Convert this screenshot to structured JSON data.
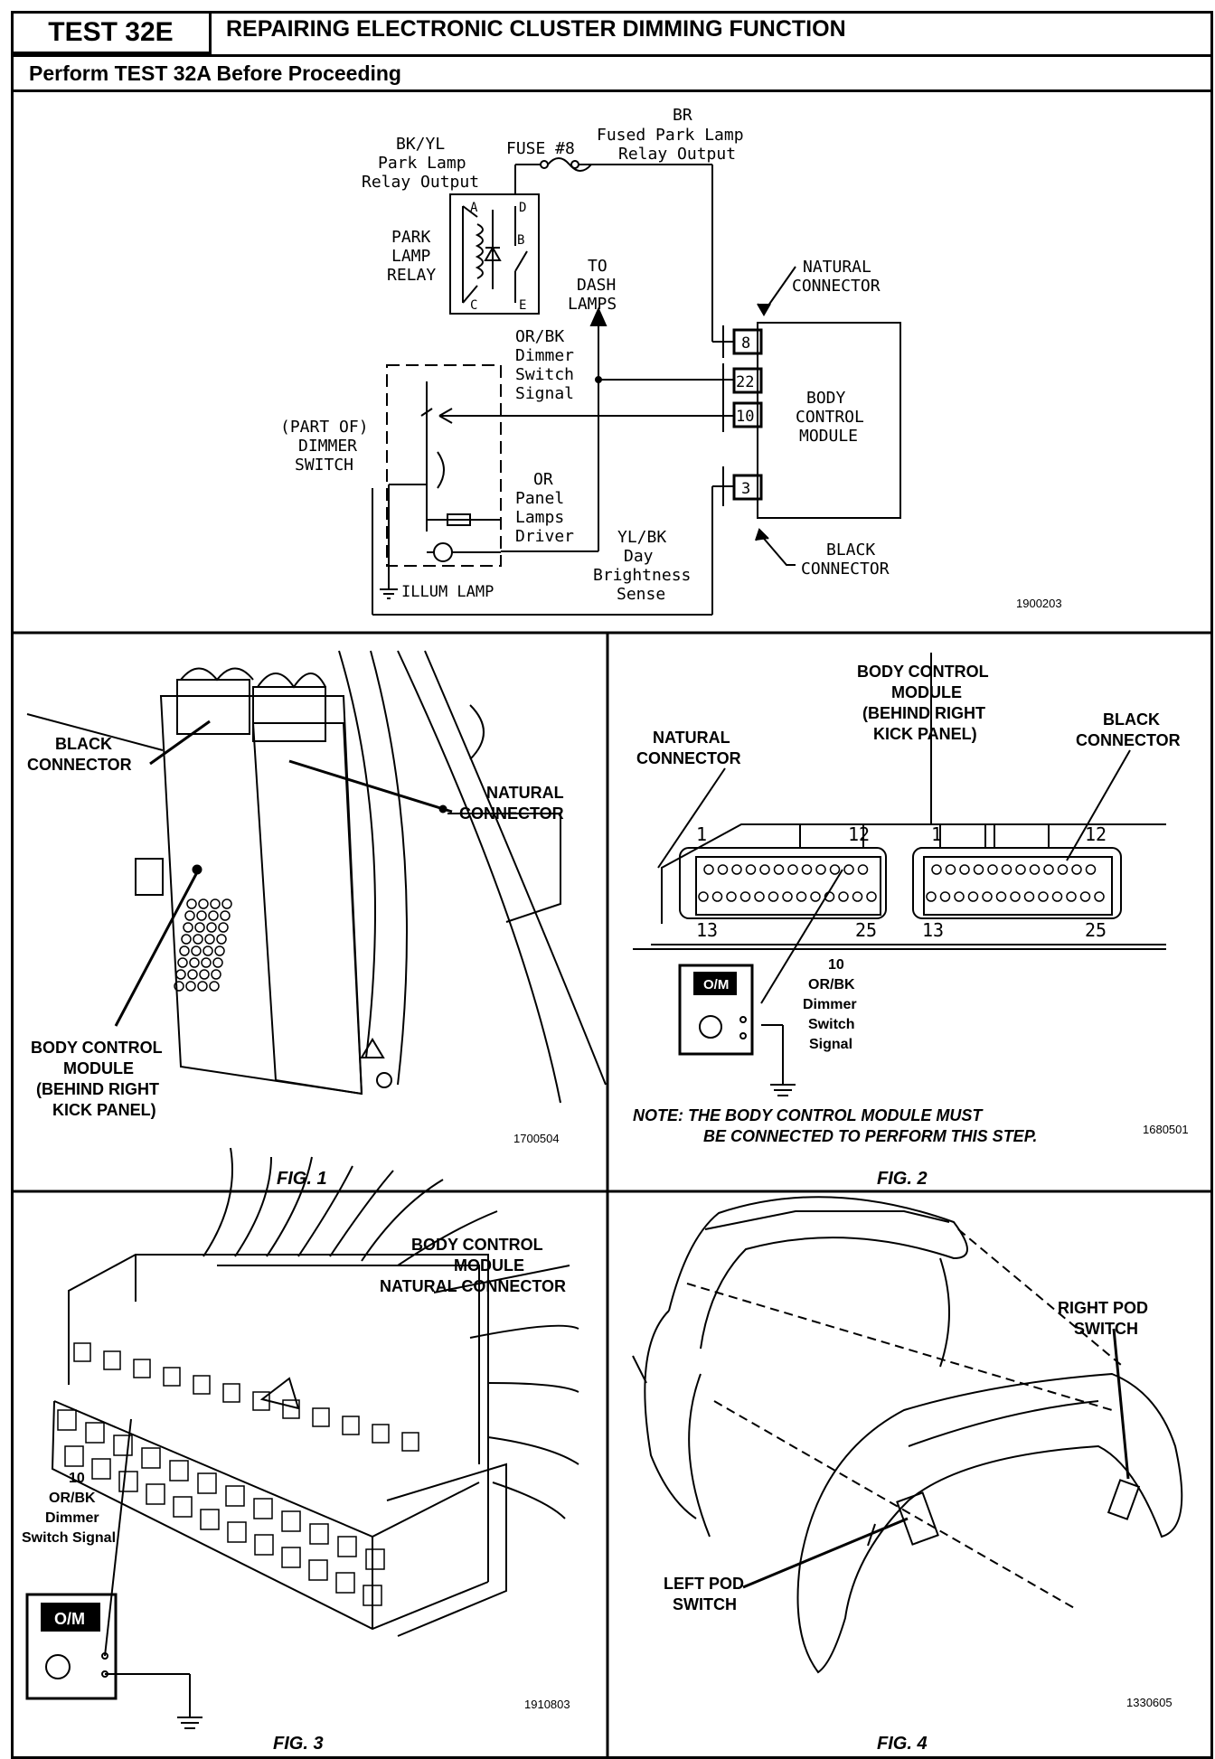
{
  "header": {
    "test_id": "TEST 32E",
    "title": "REPAIRING ELECTRONIC CLUSTER DIMMING FUNCTION",
    "prerequisite": "Perform TEST 32A Before Proceeding"
  },
  "schematic": {
    "labels": {
      "bkyl": "BK/YL",
      "park_lamp_relay_output_1": "Park Lamp",
      "park_lamp_relay_output_2": "Relay Output",
      "fuse": "FUSE #8",
      "br": "BR",
      "fused_park_1": "Fused Park Lamp",
      "fused_park_2": "Relay Output",
      "park_relay_1": "PARK",
      "park_relay_2": "LAMP",
      "park_relay_3": "RELAY",
      "pin_a": "A",
      "pin_b": "B",
      "pin_c": "C",
      "pin_d": "D",
      "pin_e": "E",
      "to_dash_1": "TO",
      "to_dash_2": "DASH",
      "to_dash_3": "LAMPS",
      "natural_conn_1": "NATURAL",
      "natural_conn_2": "CONNECTOR",
      "orbk_1": "OR/BK",
      "orbk_2": "Dimmer",
      "orbk_3": "Switch",
      "orbk_4": "Signal",
      "bcm_1": "BODY",
      "bcm_2": "CONTROL",
      "bcm_3": "MODULE",
      "pin_8": "8",
      "pin_22": "22",
      "pin_10": "10",
      "pin_3": "3",
      "part_of_1": "(PART OF)",
      "part_of_2": "DIMMER",
      "part_of_3": "SWITCH",
      "or_1": "OR",
      "or_2": "Panel",
      "or_3": "Lamps",
      "or_4": "Driver",
      "ylbk_1": "YL/BK",
      "ylbk_2": "Day",
      "ylbk_3": "Brightness",
      "ylbk_4": "Sense",
      "black_conn_1": "BLACK",
      "black_conn_2": "CONNECTOR",
      "illum": "ILLUM LAMP",
      "code": "1900203"
    }
  },
  "fig1": {
    "caption": "FIG. 1",
    "code": "1700504",
    "black_connector_1": "BLACK",
    "black_connector_2": "CONNECTOR",
    "natural_connector_1": "NATURAL",
    "natural_connector_2": "CONNECTOR",
    "bcm_1": "BODY CONTROL",
    "bcm_2": "MODULE",
    "bcm_3": "(BEHIND RIGHT",
    "bcm_4": "KICK PANEL)"
  },
  "fig2": {
    "caption": "FIG. 2",
    "code": "1680501",
    "bcm_1": "BODY CONTROL",
    "bcm_2": "MODULE",
    "bcm_3": "(BEHIND RIGHT",
    "bcm_4": "KICK PANEL)",
    "natural_1": "NATURAL",
    "natural_2": "CONNECTOR",
    "black_1": "BLACK",
    "black_2": "CONNECTOR",
    "pin1_a": "1",
    "pin12_a": "12",
    "pin1_b": "1",
    "pin12_b": "12",
    "pin13_a": "13",
    "pin25_a": "25",
    "pin13_b": "13",
    "pin25_b": "25",
    "probe_1": "10",
    "probe_2": "OR/BK",
    "probe_3": "Dimmer",
    "probe_4": "Switch",
    "probe_5": "Signal",
    "meter": "O/M",
    "note_1": "NOTE:  THE BODY CONTROL MODULE MUST",
    "note_2": "BE CONNECTED TO PERFORM THIS STEP."
  },
  "fig3": {
    "caption": "FIG. 3",
    "code": "1910803",
    "title_1": "BODY CONTROL",
    "title_2": "MODULE",
    "title_3": "NATURAL CONNECTOR",
    "probe_1": "10",
    "probe_2": "OR/BK",
    "probe_3": "Dimmer",
    "probe_4": "Switch Signal",
    "meter": "O/M"
  },
  "fig4": {
    "caption": "FIG. 4",
    "code": "1330605",
    "right_1": "RIGHT POD",
    "right_2": "SWITCH",
    "left_1": "LEFT POD",
    "left_2": "SWITCH"
  }
}
